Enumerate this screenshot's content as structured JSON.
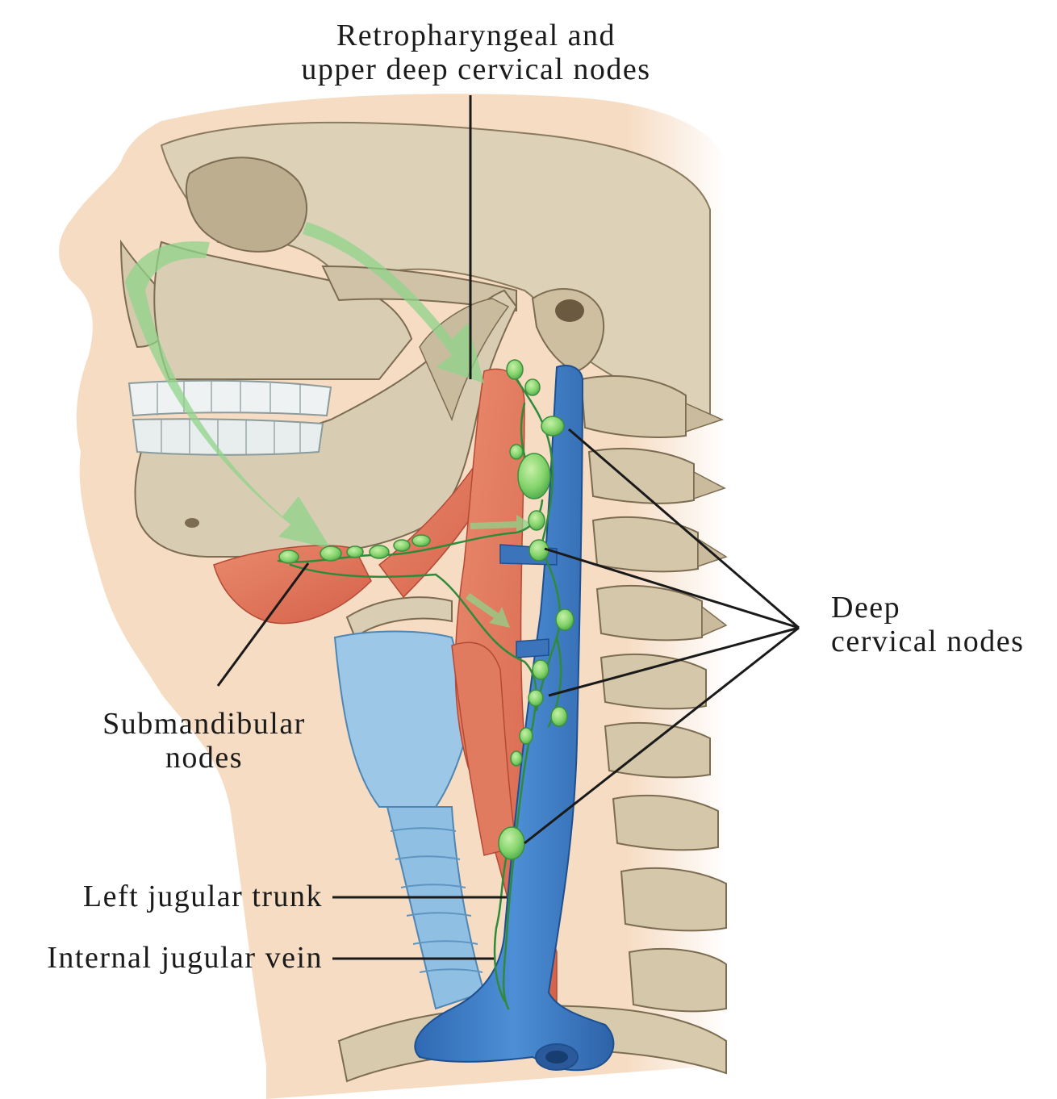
{
  "labels": {
    "retropharyngeal_line1": "Retropharyngeal and",
    "retropharyngeal_line2": "upper deep cervical nodes",
    "deep_line1": "Deep",
    "deep_line2": "cervical nodes",
    "submandibular_line1": "Submandibular",
    "submandibular_line2": "nodes",
    "left_jugular_trunk": "Left jugular trunk",
    "internal_jugular_vein": "Internal jugular vein"
  },
  "colors": {
    "skin": "#f6dcc3",
    "bone": "#d9cdb4",
    "bone_shade": "#b9a98a",
    "muscle": "#e2765a",
    "trachea": "#8dbde0",
    "vein": "#3f7fc6",
    "lymph": "#7fd06a",
    "lymph_dark": "#2f8a3a",
    "arrow": "#8fd48a",
    "teeth": "#eef2f2",
    "leader": "#1a1a1a"
  }
}
